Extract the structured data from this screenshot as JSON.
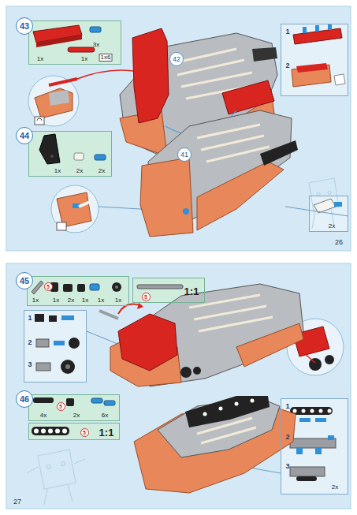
{
  "diagram": {
    "nodes": [
      {
        "text": [
          "43"
        ]
      },
      {
        "text": [
          "1x",
          "3x",
          "1x",
          "1x6"
        ]
      },
      {
        "text": [
          "42"
        ]
      },
      {
        "text": [
          "41"
        ]
      },
      {
        "text": [
          "1",
          "2"
        ]
      },
      {
        "text": [
          "44"
        ]
      },
      {
        "text": [
          "1x",
          "2x",
          "2x"
        ]
      },
      {
        "text": [
          "2x"
        ]
      },
      {
        "text": [
          "45"
        ]
      },
      {
        "text": [
          "1x",
          "1x",
          "2x",
          "1x",
          "1x",
          "1x"
        ]
      },
      {
        "text": [
          "5"
        ],
        "in": 9
      },
      {
        "text": [
          "1:1"
        ]
      },
      {
        "text": [
          "5"
        ],
        "in": 11
      },
      {
        "text": [
          "1",
          "2",
          "3"
        ]
      },
      {
        "text": [
          "46"
        ]
      },
      {
        "text": [
          "4x",
          "2x",
          "6x"
        ]
      },
      {
        "text": [
          "5"
        ],
        "in": 15
      },
      {
        "text": [
          "1:1"
        ]
      },
      {
        "text": [
          "5"
        ],
        "in": 17
      },
      {
        "text": [
          "1",
          "2",
          "3",
          "2x"
        ]
      }
    ],
    "labels": [
      "26",
      "27"
    ]
  }
}
